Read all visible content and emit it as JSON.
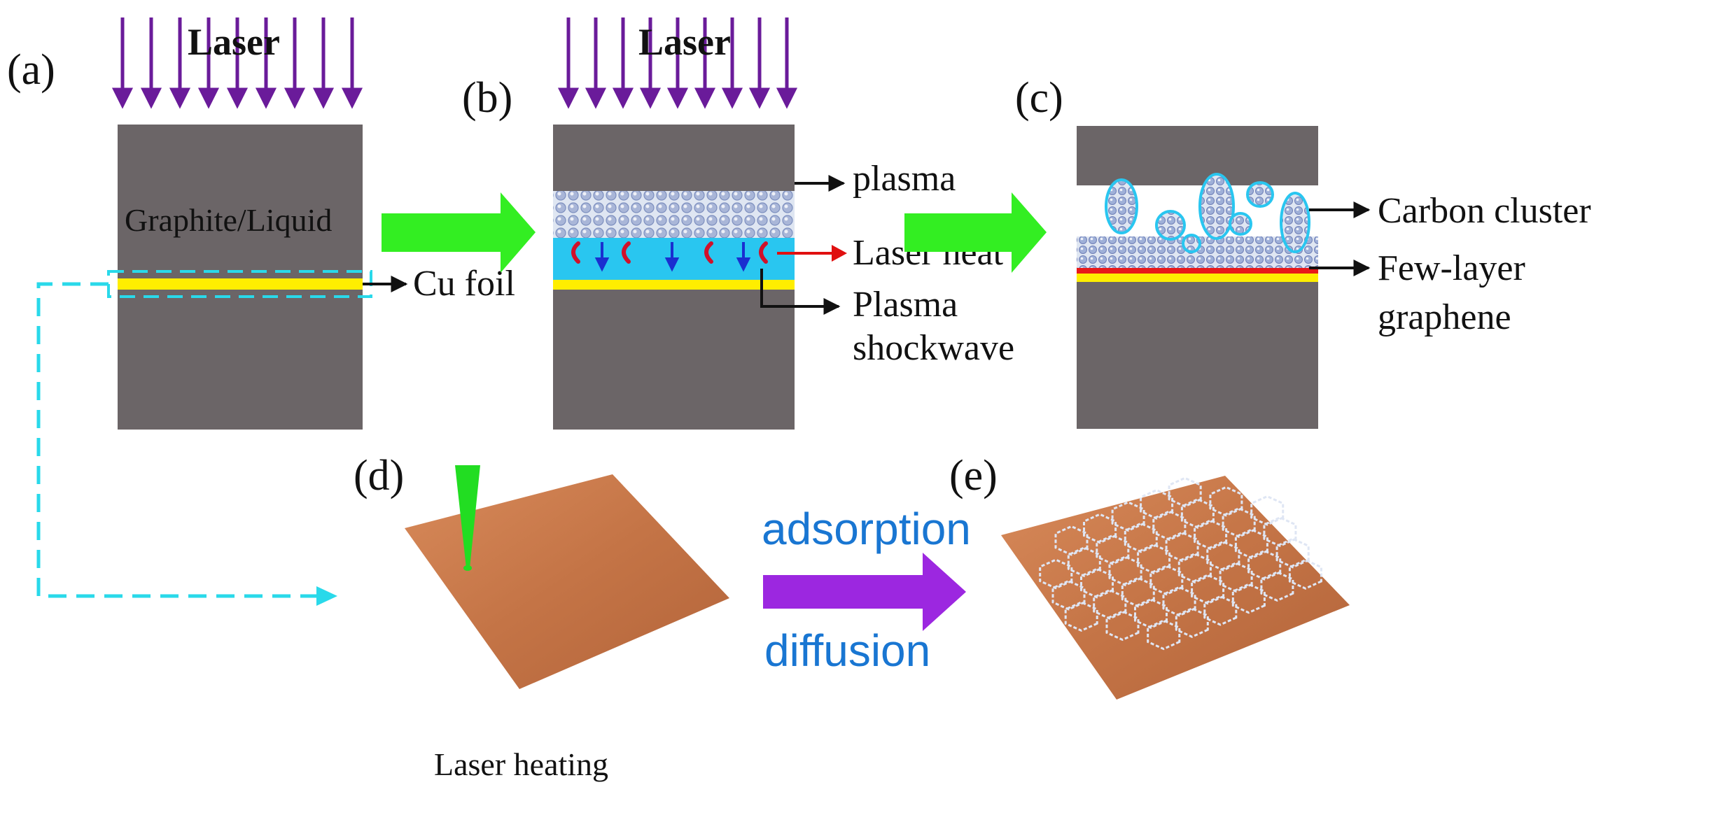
{
  "panels": {
    "a": {
      "letter": "(a)",
      "laser": "Laser",
      "matrix": "Graphite/Liquid",
      "foil": "Cu foil"
    },
    "b": {
      "letter": "(b)",
      "laser": "Laser",
      "plasma": "plasma",
      "heat": "Laser heat",
      "shock_1": "Plasma",
      "shock_2": "shockwave"
    },
    "c": {
      "letter": "(c)",
      "cluster": "Carbon cluster",
      "graphene_1": "Few-layer",
      "graphene_2": "graphene"
    },
    "d": {
      "letter": "(d)",
      "caption": "Laser heating"
    },
    "e": {
      "letter": "(e)"
    }
  },
  "process": {
    "top": "adsorption",
    "bottom": "diffusion"
  },
  "colors": {
    "block": "#6b6567",
    "laser_arrow": "#6a1b9a",
    "green_arrow": "#33ee22",
    "purple_arrow": "#9c27e0",
    "foil_yellow": "#ffee00",
    "liquid_cyan": "#29c6f0",
    "dashed_cyan": "#29d9ea",
    "copper": "#c9784a",
    "process_text": "#1976d2"
  }
}
